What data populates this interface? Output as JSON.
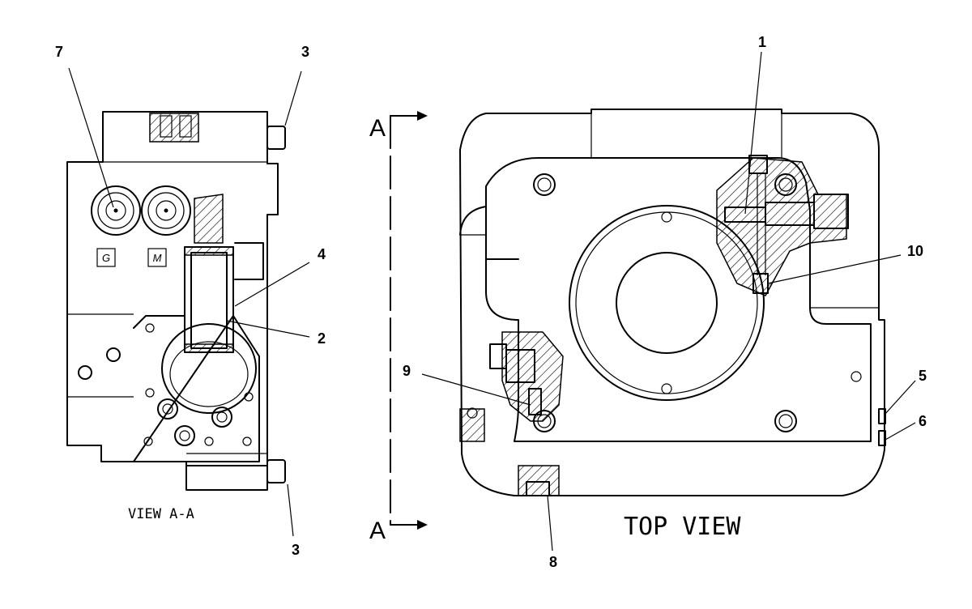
{
  "callouts": {
    "c1": "1",
    "c2": "2",
    "c3_top": "3",
    "c3_bottom": "3",
    "c4": "4",
    "c5": "5",
    "c6": "6",
    "c7": "7",
    "c8": "8",
    "c9": "9",
    "c10": "10"
  },
  "ports": {
    "left": "G",
    "right": "M"
  },
  "section": {
    "top": "A",
    "bottom": "A"
  },
  "views": {
    "left_caption": "VIEW A-A",
    "right_caption": "TOP VIEW"
  }
}
